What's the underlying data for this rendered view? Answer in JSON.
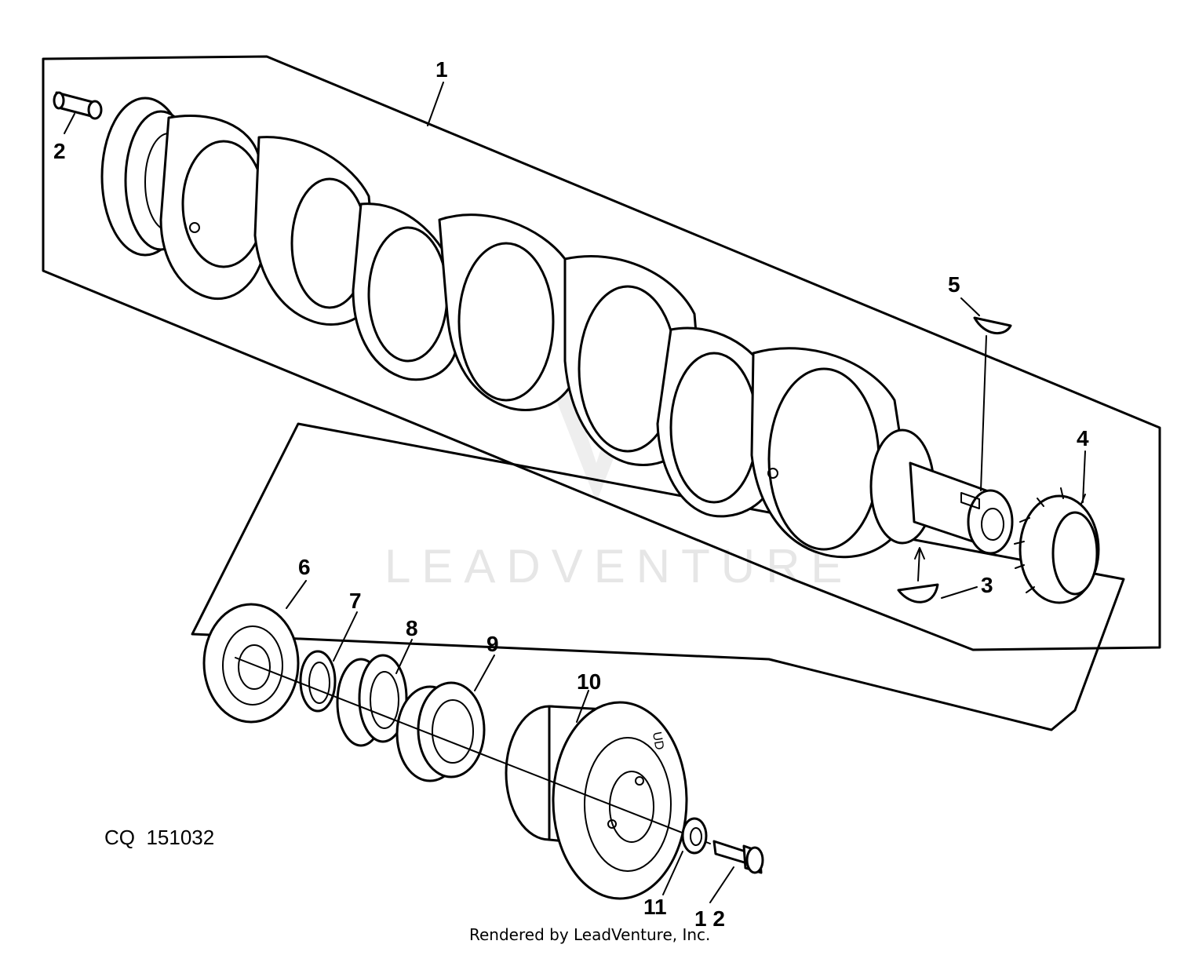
{
  "diagram": {
    "figure_code": "CQ  151032",
    "watermark": "LEADVENTURE",
    "credit": "Rendered by LeadVenture, Inc.",
    "callouts": [
      {
        "id": "1",
        "label": "1"
      },
      {
        "id": "2",
        "label": "2"
      },
      {
        "id": "3",
        "label": "3"
      },
      {
        "id": "4",
        "label": "4"
      },
      {
        "id": "5",
        "label": "5"
      },
      {
        "id": "6",
        "label": "6"
      },
      {
        "id": "7",
        "label": "7"
      },
      {
        "id": "8",
        "label": "8"
      },
      {
        "id": "9",
        "label": "9"
      },
      {
        "id": "10",
        "label": "10"
      },
      {
        "id": "11",
        "label": "11"
      },
      {
        "id": "12",
        "label": "1 2"
      }
    ]
  }
}
